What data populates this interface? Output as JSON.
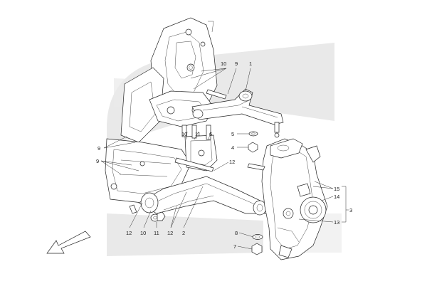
{
  "diagram": {
    "callouts": {
      "c1": "1",
      "c2": "2",
      "c3": "3",
      "c4": "4",
      "c5": "5",
      "c6": "6",
      "c7": "7",
      "c8": "8",
      "c9a": "9",
      "c9b": "9",
      "c9c": "9",
      "c10a": "10",
      "c10b": "10",
      "c10c": "10",
      "c11a": "11",
      "c11b": "11",
      "c12a": "12",
      "c12b": "12",
      "c12c": "12",
      "c13": "13",
      "c14": "14",
      "c15": "15"
    },
    "colors": {
      "line": "#222222",
      "watermark": "#e9e9e9",
      "background": "#ffffff"
    },
    "icons": {
      "direction_arrow": "front-direction-arrow-icon"
    }
  }
}
